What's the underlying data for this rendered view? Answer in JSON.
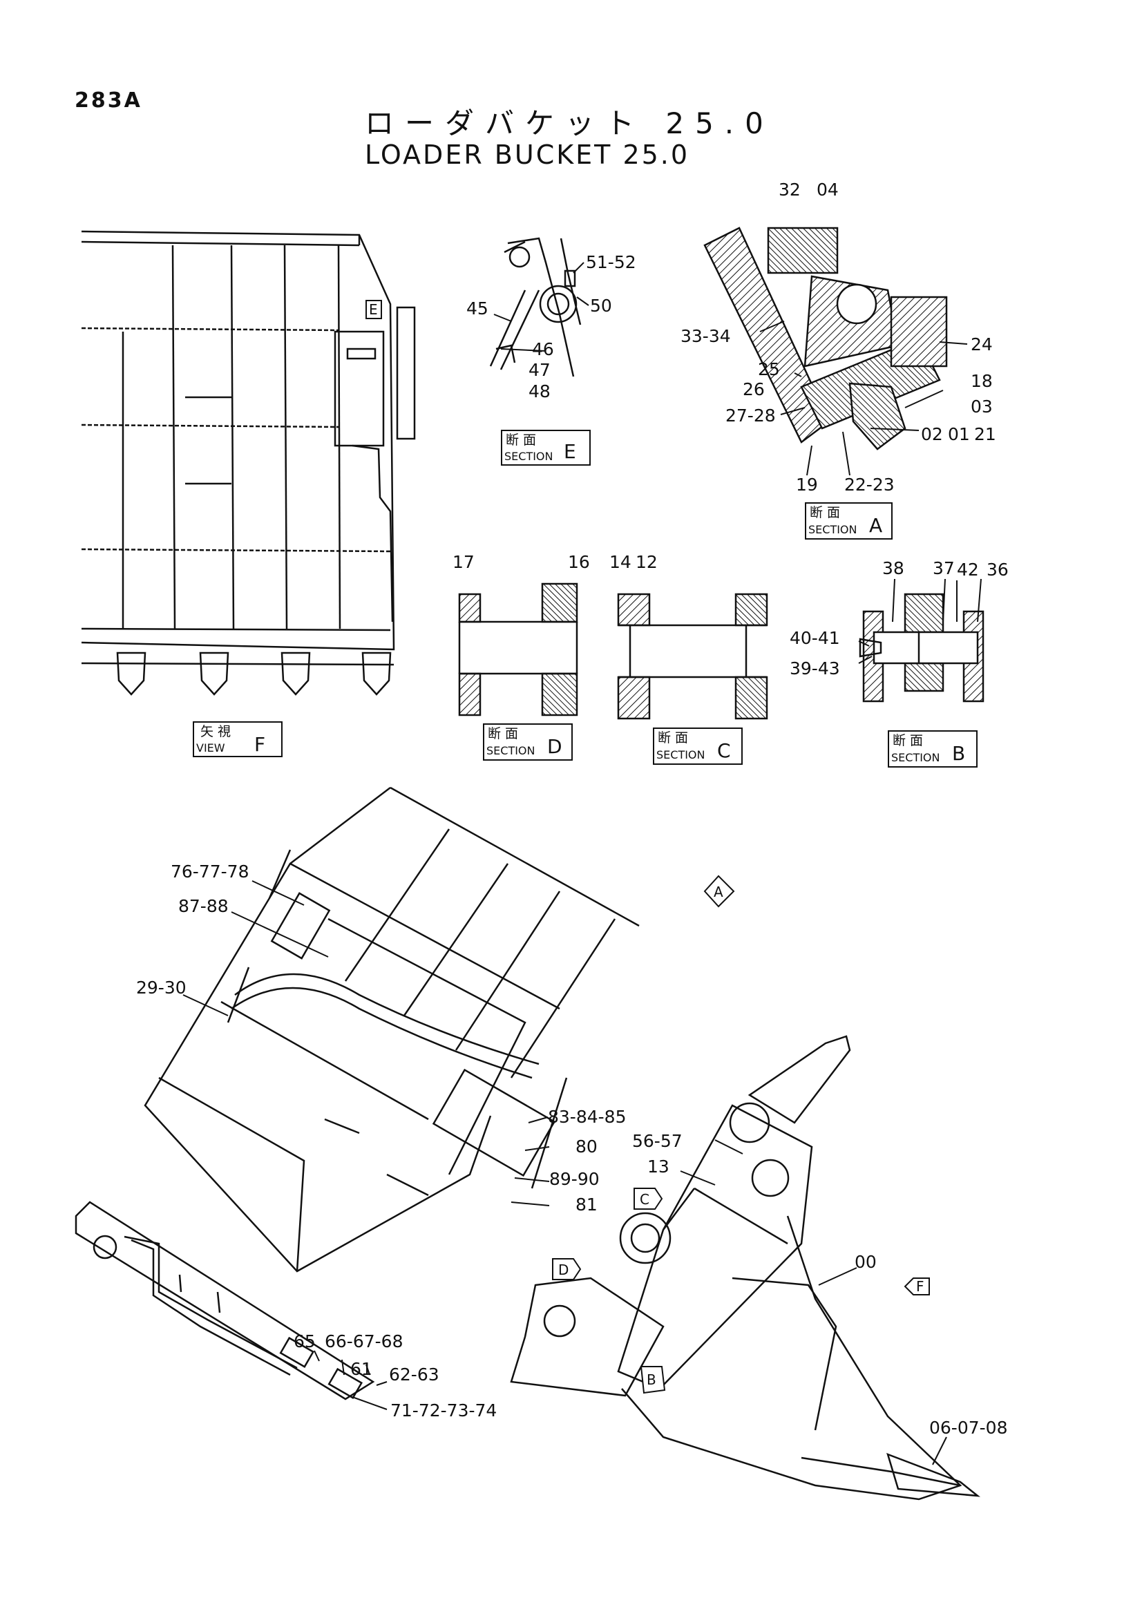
{
  "page_number": "283A",
  "title_jp": "ローダバケット 25.0",
  "title_en": "LOADER BUCKET 25.0",
  "views": [
    {
      "id": "view-f",
      "jp": "矢 視",
      "en": "VIEW",
      "letter": "F"
    },
    {
      "id": "section-e",
      "jp": "断 面",
      "en": "SECTION",
      "letter": "E"
    },
    {
      "id": "section-a",
      "jp": "断 面",
      "en": "SECTION",
      "letter": "A"
    },
    {
      "id": "section-d",
      "jp": "断 面",
      "en": "SECTION",
      "letter": "D"
    },
    {
      "id": "section-c",
      "jp": "断 面",
      "en": "SECTION",
      "letter": "C"
    },
    {
      "id": "section-b",
      "jp": "断 面",
      "en": "SECTION",
      "letter": "B"
    }
  ],
  "callouts": {
    "c_51_52": "51-52",
    "c_50": "50",
    "c_45": "45",
    "c_46": "46",
    "c_47": "47",
    "c_48": "48",
    "c_32": "32",
    "c_04": "04",
    "c_33_34": "33-34",
    "c_24": "24",
    "c_25": "25",
    "c_18": "18",
    "c_26": "26",
    "c_03": "03",
    "c_27_28": "27-28",
    "c_02": "02",
    "c_01": "01",
    "c_21": "21",
    "c_19": "19",
    "c_22_23": "22-23",
    "c_17": "17",
    "c_16": "16",
    "c_14": "14",
    "c_12": "12",
    "c_38": "38",
    "c_37": "37",
    "c_42": "42",
    "c_36": "36",
    "c_40_41": "40-41",
    "c_39_43": "39-43",
    "c_76_77_78": "76-77-78",
    "c_87_88": "87-88",
    "c_29_30": "29-30",
    "c_83_84_85": "83-84-85",
    "c_80": "80",
    "c_89_90": "89-90",
    "c_81": "81",
    "c_56_57": "56-57",
    "c_13": "13",
    "c_00": "00",
    "c_65": "65",
    "c_66_67_68": "66-67-68",
    "c_61": "61",
    "c_62_63": "62-63",
    "c_71_72_73_74": "71-72-73-74",
    "c_06_07_08": "06-07-08"
  },
  "markers": {
    "m_a": "A",
    "m_b": "B",
    "m_c": "C",
    "m_d": "D",
    "m_e": "E",
    "m_f": "F"
  }
}
